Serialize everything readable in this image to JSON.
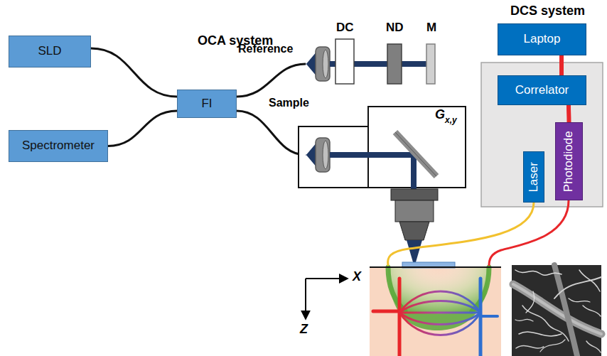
{
  "diagram": {
    "nodes": [
      {
        "text": [
          "SLD"
        ]
      },
      {
        "text": [
          "Spectrometer"
        ]
      },
      {
        "text": [
          "FI"
        ]
      },
      {
        "text": [
          "Laptop"
        ]
      },
      {
        "text": [
          "Correlator"
        ]
      },
      {
        "text": [
          "Laser"
        ]
      },
      {
        "text": [
          "Photodiode"
        ]
      }
    ],
    "edges": [
      {
        "from": 0,
        "to": 2,
        "arrow": "none"
      },
      {
        "from": 1,
        "to": 2,
        "arrow": "none"
      },
      {
        "from": 3,
        "to": 4,
        "arrow": "none"
      },
      {
        "from": 4,
        "to": 6,
        "arrow": "none"
      }
    ],
    "labels": [
      "OCA system",
      "Reference",
      "DC",
      "ND",
      "M",
      "Sample",
      "G",
      "x,y",
      "DCS system",
      "X",
      "Z"
    ]
  }
}
